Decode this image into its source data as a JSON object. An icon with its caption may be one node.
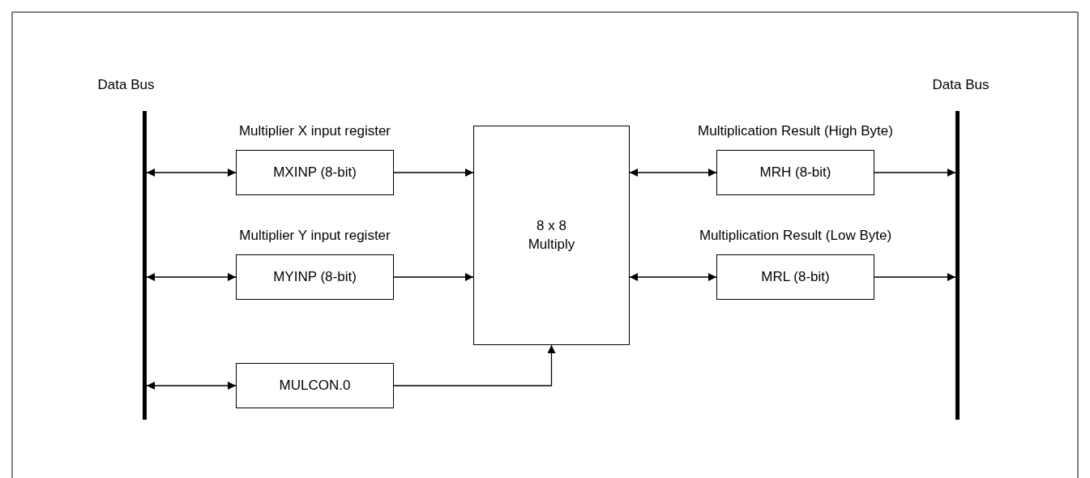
{
  "diagram": {
    "nodes": [
      {
        "text": [
          "Data Bus"
        ]
      },
      {
        "text": [
          "Multiplier X input register",
          "MXINP (8-bit)"
        ]
      },
      {
        "text": [
          "Multiplier Y input register",
          "MYINP (8-bit)"
        ]
      },
      {
        "text": [
          "MULCON.0"
        ]
      },
      {
        "text": [
          "8 x 8 Multiply"
        ]
      },
      {
        "text": [
          "Multiplication Result (High Byte)",
          "MRH (8-bit)"
        ]
      },
      {
        "text": [
          "Multiplication Result (Low Byte)",
          "MRL (8-bit)"
        ]
      },
      {
        "text": [
          "Data Bus"
        ]
      }
    ],
    "edges": [
      {
        "from": 0,
        "to": 1,
        "arrow": "both"
      },
      {
        "from": 1,
        "to": 4,
        "arrow": "to"
      },
      {
        "from": 0,
        "to": 2,
        "arrow": "both"
      },
      {
        "from": 2,
        "to": 4,
        "arrow": "to"
      },
      {
        "from": 0,
        "to": 3,
        "arrow": "both"
      },
      {
        "from": 3,
        "to": 4,
        "arrow": "to"
      },
      {
        "from": 4,
        "to": 5,
        "arrow": "both"
      },
      {
        "from": 5,
        "to": 7,
        "arrow": "to"
      },
      {
        "from": 4,
        "to": 6,
        "arrow": "both"
      },
      {
        "from": 6,
        "to": 7,
        "arrow": "to"
      }
    ]
  }
}
